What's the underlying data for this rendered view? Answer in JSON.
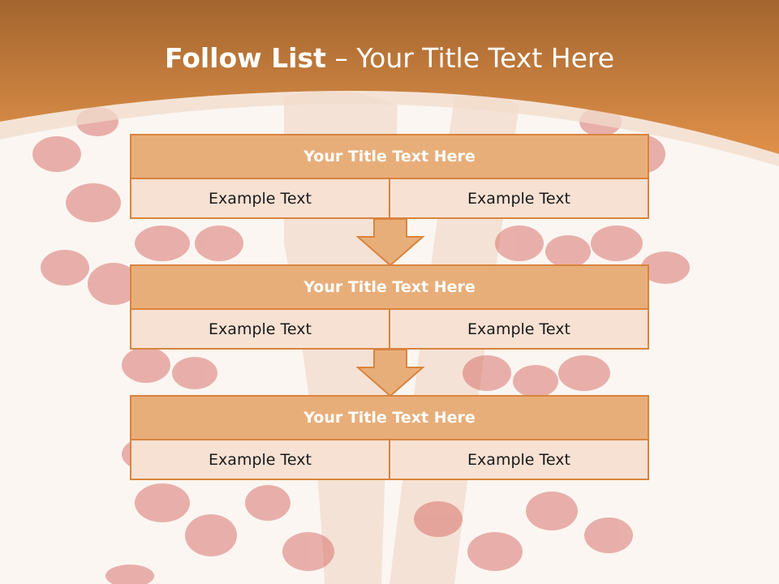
{
  "slide": {
    "title_bold": "Follow List",
    "title_rest": " – Your Title Text Here",
    "colors": {
      "header": "#d98a42",
      "row_title": "#e8ae7a",
      "cell": "#f6e1d3",
      "border": "#d8843e"
    }
  },
  "rows": [
    {
      "title": "Your Title Text Here",
      "left": "Example Text",
      "right": "Example Text"
    },
    {
      "title": "Your Title Text Here",
      "left": "Example Text",
      "right": "Example Text"
    },
    {
      "title": "Your Title Text Here",
      "left": "Example Text",
      "right": "Example Text"
    }
  ]
}
